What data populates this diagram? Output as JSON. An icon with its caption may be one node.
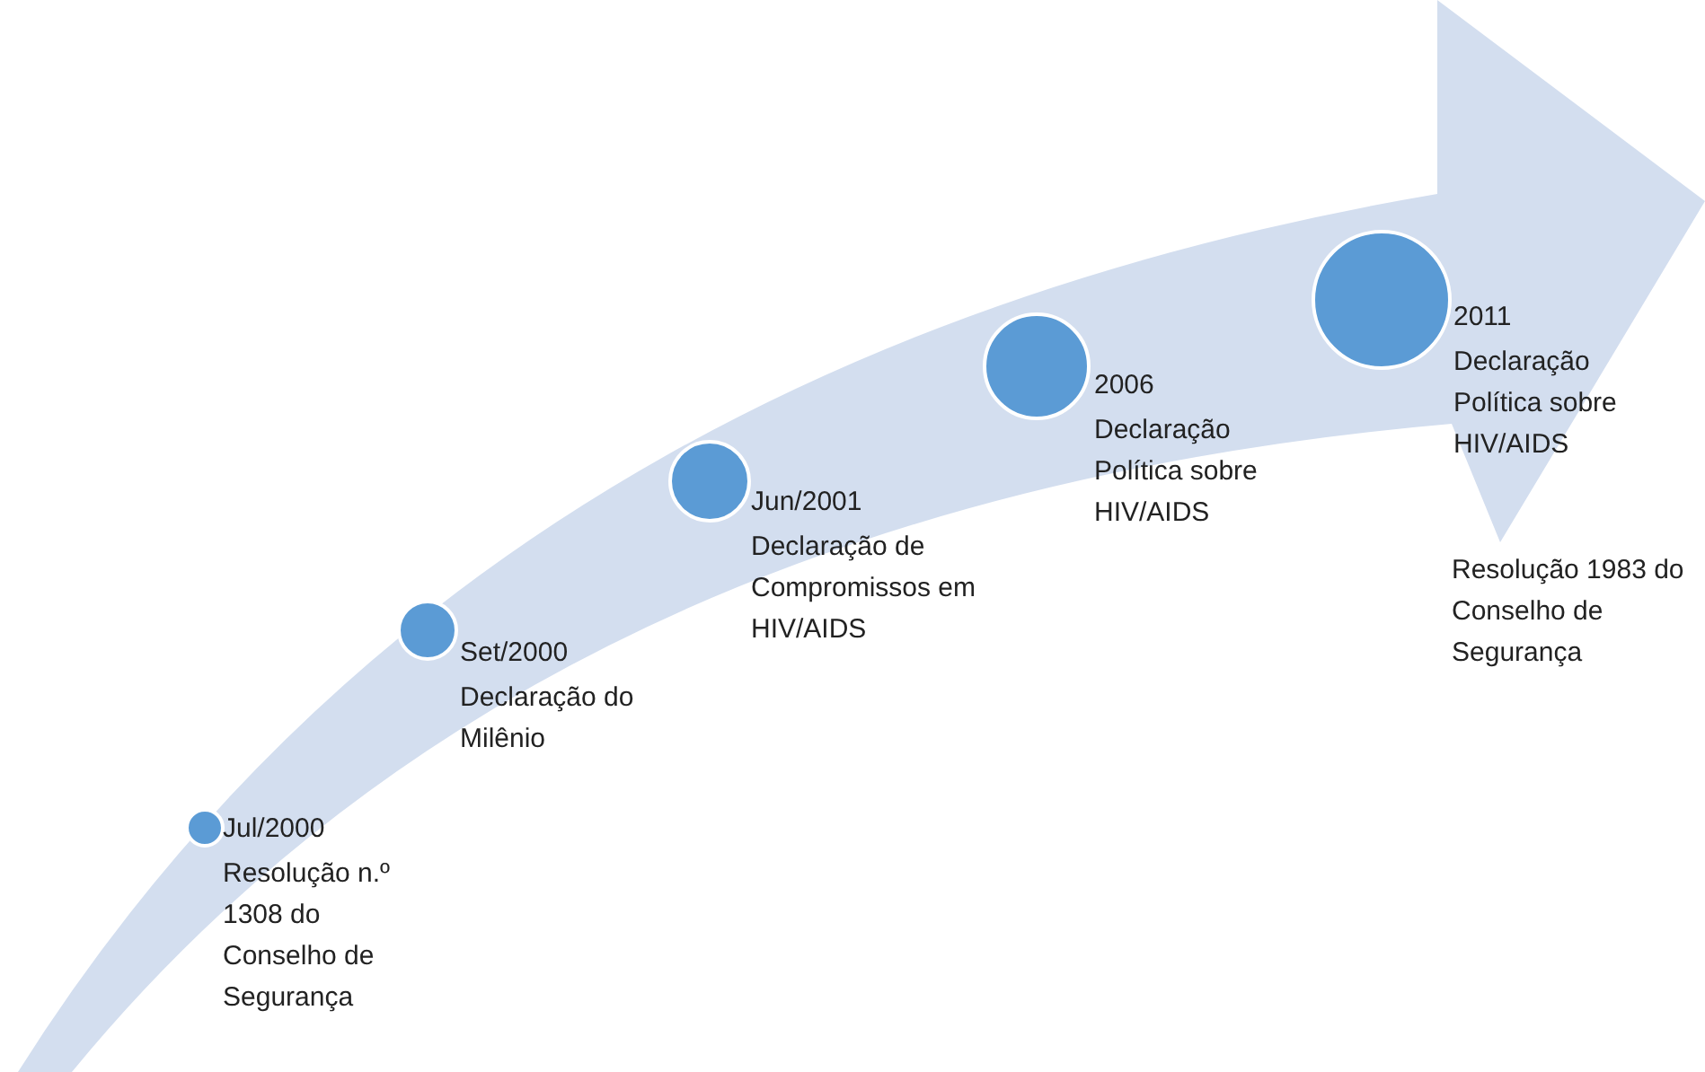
{
  "diagram": {
    "nodes": [
      {
        "text": [],
        "shape": "circle",
        "beside": [
          "Jul/2000",
          "Resolução n.º 1308 do Conselho de Segurança"
        ]
      },
      {
        "text": [],
        "shape": "circle",
        "beside": [
          "Set/2000",
          "Declaração do Milênio"
        ]
      },
      {
        "text": [],
        "shape": "circle",
        "beside": [
          "Jun/2001",
          "Declaração de Compromissos em HIV/AIDS"
        ]
      },
      {
        "text": [],
        "shape": "circle",
        "beside": [
          "2006",
          "Declaração Política sobre HIV/AIDS"
        ]
      },
      {
        "text": [],
        "shape": "circle",
        "beside": [
          "2011",
          "Declaração Política sobre HIV/AIDS",
          "Resolução 1983 do Conselho de Segurança"
        ]
      }
    ],
    "edges": []
  }
}
